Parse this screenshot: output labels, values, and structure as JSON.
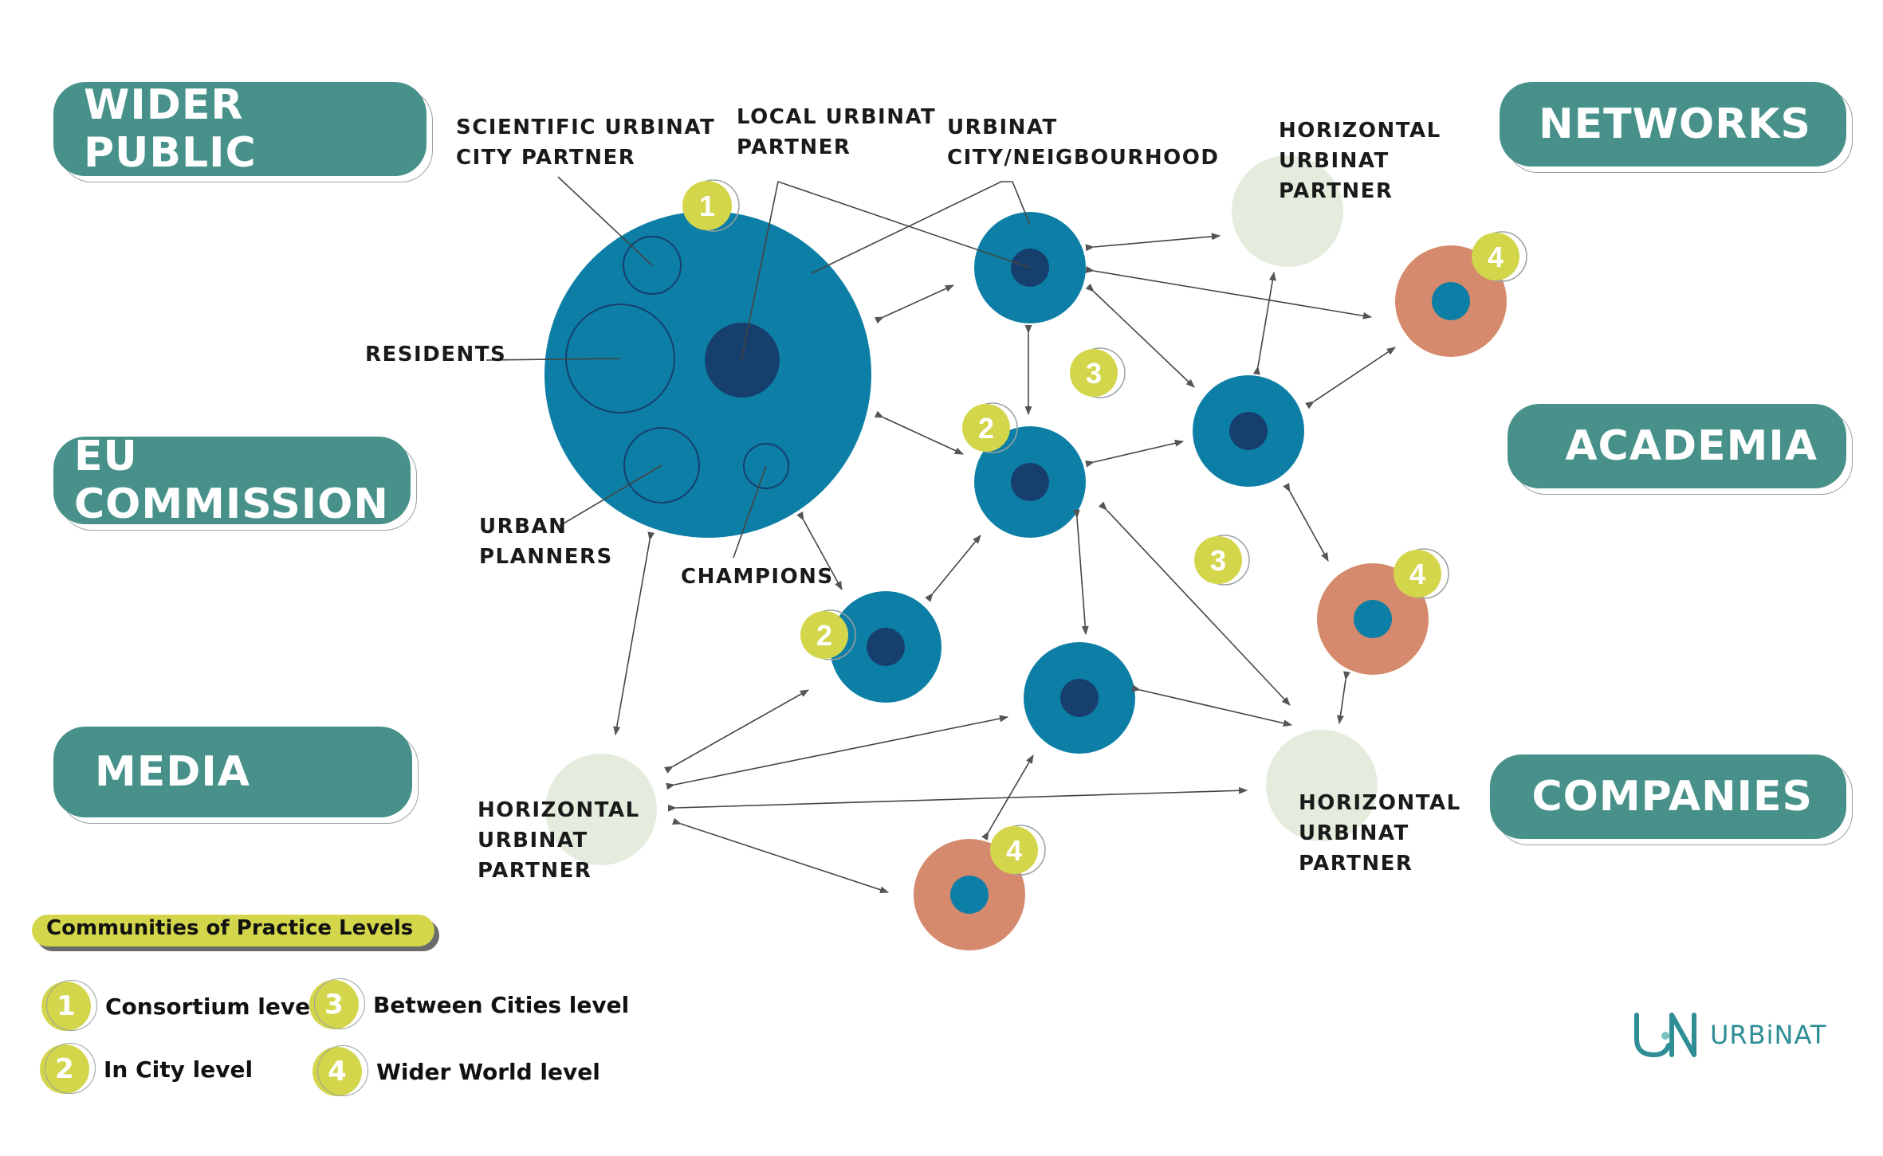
{
  "stakeholders": {
    "wider_public": "WIDER PUBLIC",
    "eu_commission": "EU COMMISSION",
    "media": "MEDIA",
    "networks": "NETWORKS",
    "academia": "ACADEMIA",
    "companies": "COMPANIES"
  },
  "labels": {
    "scientific_partner": [
      "SCIENTIFIC URBINAT",
      "CITY PARTNER"
    ],
    "local_partner": [
      "LOCAL URBINAT",
      "PARTNER"
    ],
    "urbinat_city": [
      "URBINAT",
      "CITY/NEIGBOURHOOD"
    ],
    "horizontal_top": [
      "HORIZONTAL",
      "URBINAT",
      "PARTNER"
    ],
    "residents": "RESIDENTS",
    "urban_planners": [
      "URBAN",
      "PLANNERS"
    ],
    "champions": "CHAMPIONS",
    "horizontal_left": [
      "HORIZONTAL",
      "URBINAT",
      "PARTNER"
    ],
    "horizontal_right": [
      "HORIZONTAL",
      "URBINAT",
      "PARTNER"
    ]
  },
  "badges": {
    "level1": "1",
    "level2": "2",
    "level3": "3",
    "level4": "4"
  },
  "legend": {
    "title": "Communities of Practice Levels",
    "items": [
      {
        "number": "1",
        "text": "Consortium level"
      },
      {
        "number": "3",
        "text": "Between Cities level"
      },
      {
        "number": "2",
        "text": "In City level"
      },
      {
        "number": "4",
        "text": "Wider World level"
      }
    ]
  },
  "logo": {
    "text": "URBiNAT"
  },
  "colors": {
    "teal": "#47918a",
    "blue": "#0d7fa6",
    "navy": "#163f6e",
    "orange": "#d58a6d",
    "pale_green": "#e3ecdd",
    "badge_yellow": "#d3d64b"
  }
}
